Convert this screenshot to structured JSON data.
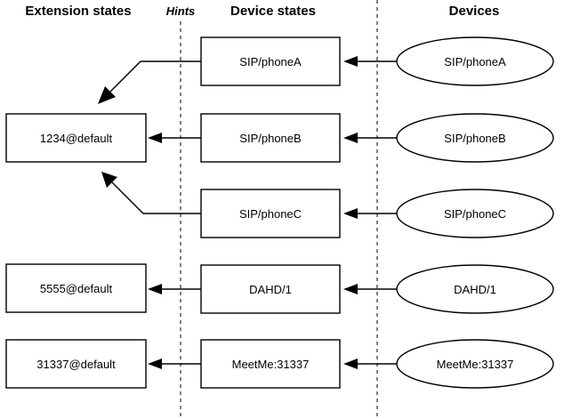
{
  "headers": {
    "extension_states": "Extension states",
    "hints": "Hints",
    "device_states": "Device states",
    "devices": "Devices"
  },
  "extensions": [
    "1234@default",
    "5555@default",
    "31337@default"
  ],
  "device_states": [
    "SIP/phoneA",
    "SIP/phoneB",
    "SIP/phoneC",
    "DAHD/1",
    "MeetMe:31337"
  ],
  "devices": [
    "SIP/phoneA",
    "SIP/phoneB",
    "SIP/phoneC",
    "DAHD/1",
    "MeetMe:31337"
  ],
  "colors": {
    "stroke": "#000000",
    "background": "#ffffff"
  }
}
